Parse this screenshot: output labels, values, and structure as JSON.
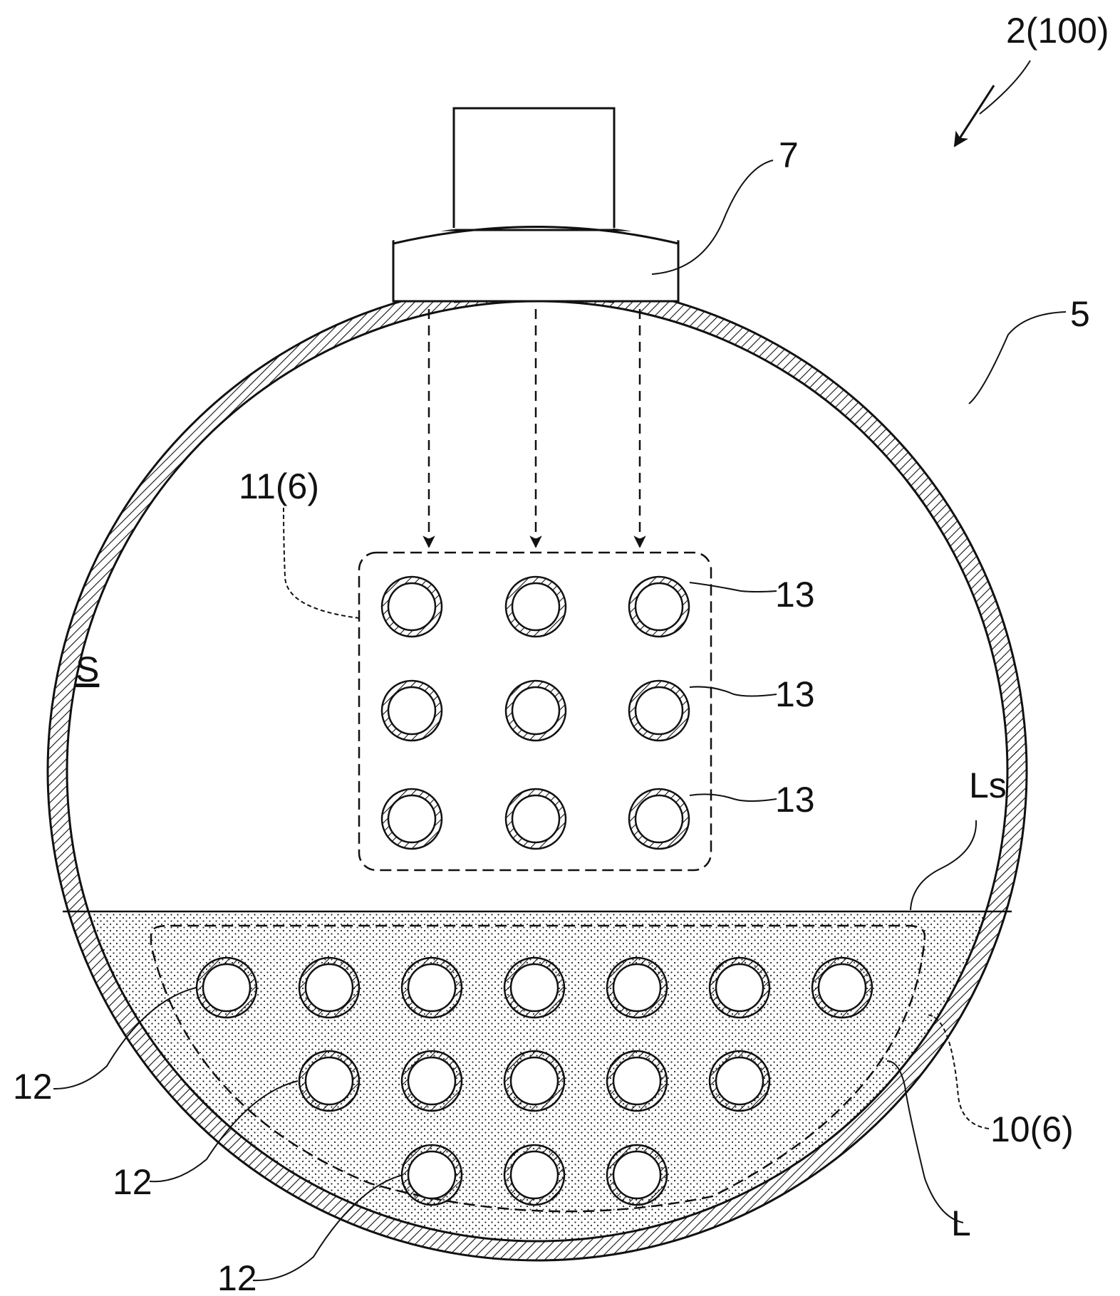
{
  "labels": {
    "assembly": "2(100)",
    "spray_nozzle": "7",
    "shell": "5",
    "upper_bundle": "11(6)",
    "upper_tube": "13",
    "space": "S",
    "liquid_surface": "Ls",
    "lower_bundle": "10(6)",
    "lower_tube": "12",
    "liquid": "L"
  },
  "upper_tubes": {
    "rows": 3,
    "cols": 3
  },
  "lower_tubes": {
    "row_counts": [
      7,
      5,
      3
    ]
  },
  "colors": {
    "line": "#111111",
    "background": "#ffffff"
  }
}
